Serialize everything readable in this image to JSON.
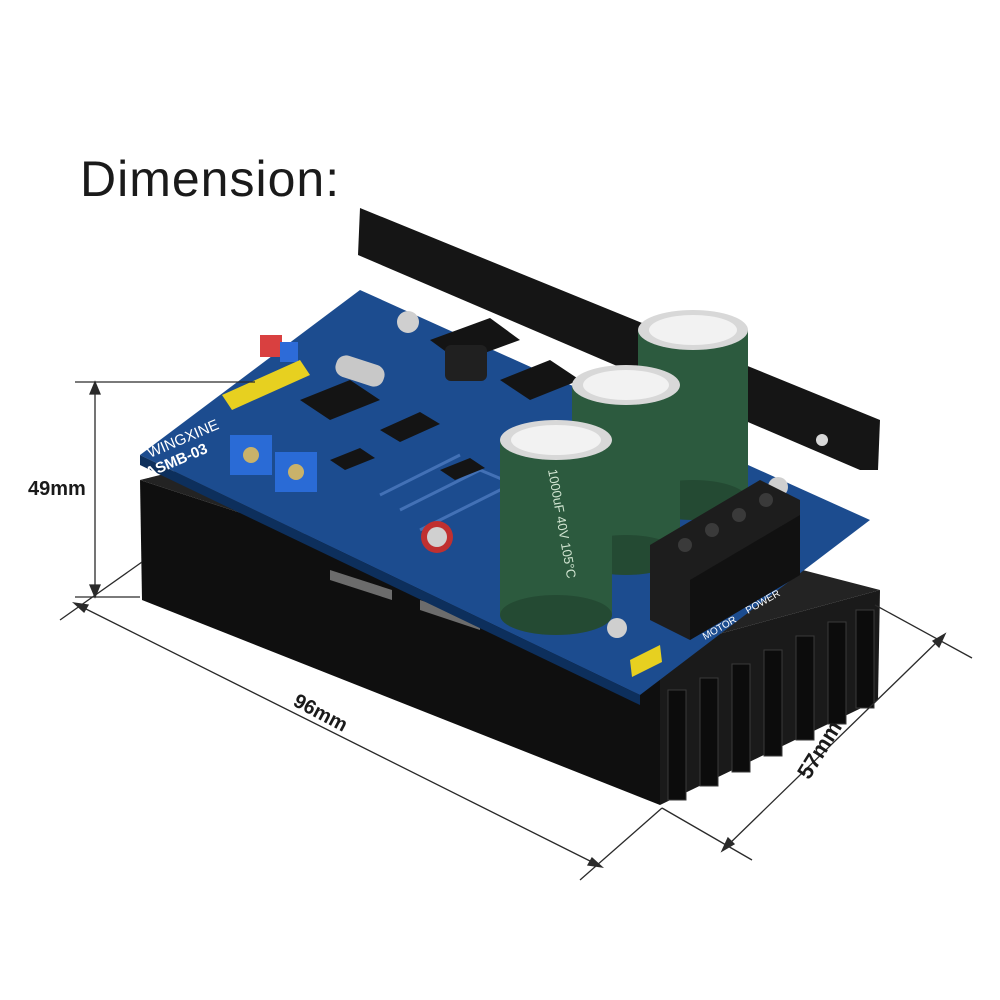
{
  "title": "Dimension:",
  "dimensions": {
    "height": "49mm",
    "length": "96mm",
    "width": "57mm"
  },
  "board": {
    "brand_label": "WINGXINE",
    "model_label": "ASMB-03",
    "capacitor_label": "1000uF 40V 105°C",
    "terminal_labels": [
      "MOTOR",
      "POWER"
    ]
  },
  "colors": {
    "heatsink": "#151515",
    "pcb": "#1c4c8f",
    "capacitor": "#2c5a3e",
    "terminal": "#1d1d1d"
  }
}
